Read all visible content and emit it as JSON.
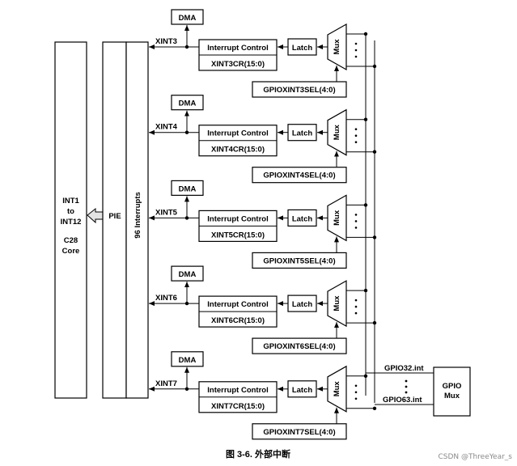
{
  "core": {
    "lines": [
      "INT1",
      "to",
      "INT12",
      "C28",
      "Core"
    ]
  },
  "pie": {
    "label": "PIE"
  },
  "interrupts": {
    "label": "96 Interrupts"
  },
  "dma_label": "DMA",
  "interrupt_control_label": "Interrupt Control",
  "latch_label": "Latch",
  "mux_label": "Mux",
  "rows": [
    {
      "xint": "XINT3",
      "cr": "XINT3CR(15:0)",
      "sel": "GPIOXINT3SEL(4:0)"
    },
    {
      "xint": "XINT4",
      "cr": "XINT4CR(15:0)",
      "sel": "GPIOXINT4SEL(4:0)"
    },
    {
      "xint": "XINT5",
      "cr": "XINT5CR(15:0)",
      "sel": "GPIOXINT5SEL(4:0)"
    },
    {
      "xint": "XINT6",
      "cr": "XINT6CR(15:0)",
      "sel": "GPIOXINT6SEL(4:0)"
    },
    {
      "xint": "XINT7",
      "cr": "XINT7CR(15:0)",
      "sel": "GPIOXINT7SEL(4:0)"
    }
  ],
  "gpio": {
    "mux_line1": "GPIO",
    "mux_line2": "Mux",
    "pin_first": "GPIO32.int",
    "pin_last": "GPIO63.int"
  },
  "caption": "图 3-6. 外部中断",
  "watermark": "CSDN @ThreeYear_s"
}
